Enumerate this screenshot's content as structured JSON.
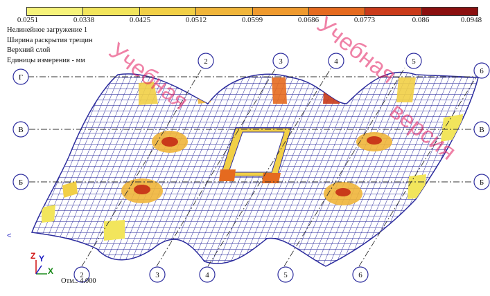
{
  "legend": {
    "colors": [
      "#f6f37a",
      "#f2e55c",
      "#f1cf46",
      "#f0b53a",
      "#ef9a2e",
      "#e56a1f",
      "#c93a1a",
      "#8b1010"
    ],
    "ticks": [
      "0.0251",
      "0.0338",
      "0.0425",
      "0.0512",
      "0.0599",
      "0.0686",
      "0.0773",
      "0.086",
      "0.0948"
    ]
  },
  "info": {
    "load": "Нелинейное загружение 1",
    "result": "Ширина раскрытия трещин",
    "layer": "Верхний слой",
    "units": "Единицы измерения - мм"
  },
  "axes_top": [
    "2",
    "3",
    "4",
    "5",
    "6"
  ],
  "axes_bottom": [
    "2",
    "3",
    "4",
    "5",
    "6"
  ],
  "axes_left": [
    "Г",
    "В",
    "Б"
  ],
  "axes_right": [
    "6",
    "В",
    "Б"
  ],
  "coord_icon": {
    "z": "Z",
    "y": "Y",
    "x": "X"
  },
  "elevation": "Отм.: 4.000",
  "watermark": [
    "Учебная",
    "Учебная",
    "версия"
  ],
  "mesh_color": "#2d2d9e",
  "background": "#ffffff"
}
